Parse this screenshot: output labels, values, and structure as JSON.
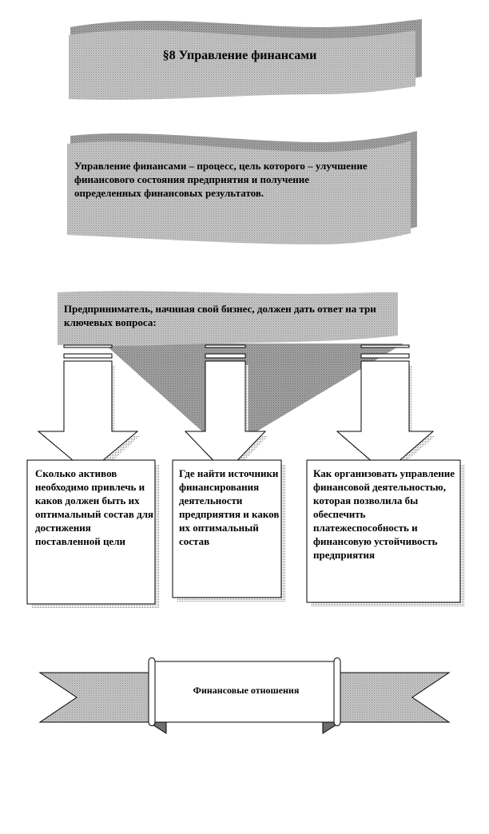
{
  "title": "§8 Управление финансами",
  "definition": "Управление финансами – процесс, цель которого – улучшение финансового состояния предприятия и получение определенных финансовых результатов.",
  "question_intro": "Предприниматель, начиная свой бизнес, должен дать ответ на три ключевых вопроса:",
  "questions": [
    "Сколько активов необходимо привлечь и каков должен быть их оптимальный состав для достижения поставленной цели",
    "Где найти источники финансирования деятельности предприятия и каков их оптимальный состав",
    "Как организовать управление финансовой деятельностью, которая позволила бы обеспечить платежеспособность и финансовую устойчивость предприятия"
  ],
  "ribbon_label": "Финансовые отношения"
}
